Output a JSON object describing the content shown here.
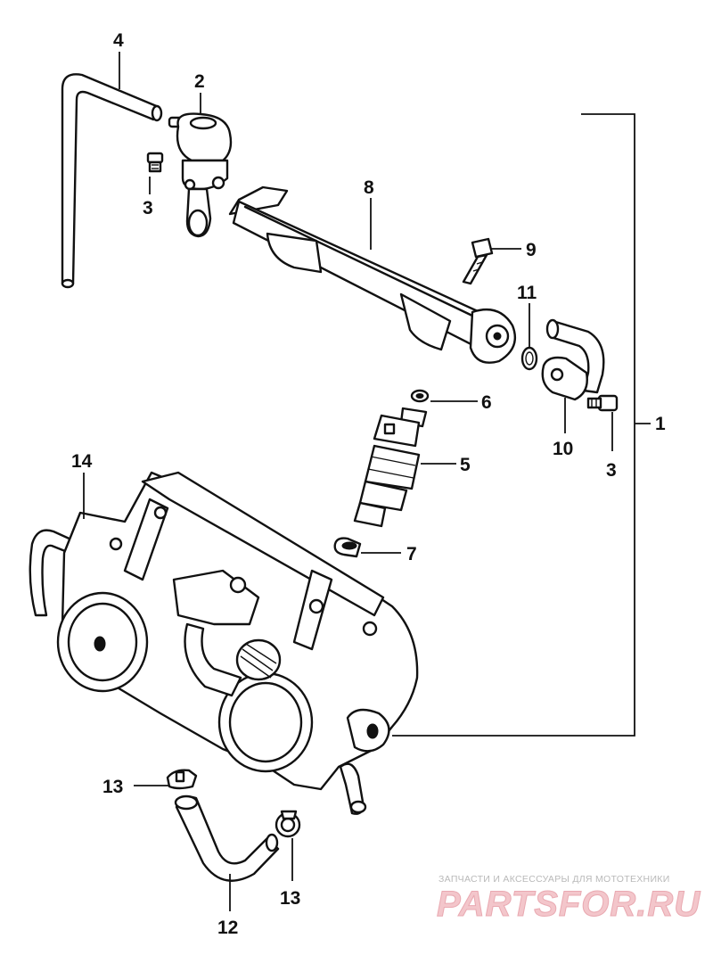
{
  "callouts": [
    {
      "id": "c1",
      "label": "1"
    },
    {
      "id": "c2",
      "label": "2"
    },
    {
      "id": "c3a",
      "label": "3"
    },
    {
      "id": "c3b",
      "label": "3"
    },
    {
      "id": "c4",
      "label": "4"
    },
    {
      "id": "c5",
      "label": "5"
    },
    {
      "id": "c6",
      "label": "6"
    },
    {
      "id": "c7",
      "label": "7"
    },
    {
      "id": "c8",
      "label": "8"
    },
    {
      "id": "c9",
      "label": "9"
    },
    {
      "id": "c10",
      "label": "10"
    },
    {
      "id": "c11",
      "label": "11"
    },
    {
      "id": "c12",
      "label": "12"
    },
    {
      "id": "c13a",
      "label": "13"
    },
    {
      "id": "c13b",
      "label": "13"
    },
    {
      "id": "c14",
      "label": "14"
    }
  ],
  "watermark": {
    "subtitle": "ЗАПЧАСТИ И АКСЕССУАРЫ ДЛЯ МОТОТЕХНИКИ",
    "brand": "PARTSFOR.RU",
    "color": "#f3c6cb"
  }
}
